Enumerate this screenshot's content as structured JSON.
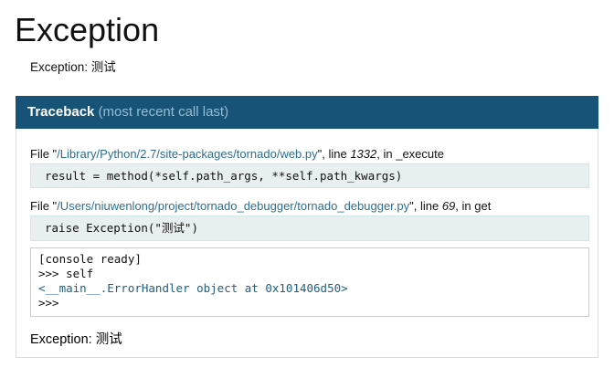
{
  "page": {
    "title": "Exception",
    "subtitle": "Exception: 测试"
  },
  "traceback": {
    "header": {
      "title": "Traceback",
      "subtitle": "(most recent call last)"
    },
    "labels": {
      "file_prefix": "File \"",
      "mid": "\", line ",
      "mid2": ", in "
    },
    "frames": [
      {
        "path": "/Library/Python/2.7/site-packages/tornado/web.py",
        "lineno": "1332",
        "function": "_execute",
        "code": "result = method(*self.path_args, **self.path_kwargs)"
      },
      {
        "path": "/Users/niuwenlong/project/tornado_debugger/tornado_debugger.py",
        "lineno": "69",
        "function": "get",
        "code": "raise Exception(\"测试\")"
      }
    ],
    "console": {
      "line1": "[console ready]",
      "line2": ">>> self",
      "line3": "<__main__.ErrorHandler object at 0x101406d50>",
      "line4": ">>>"
    },
    "exception_message": "Exception: 测试"
  },
  "colors": {
    "header_bg": "#165377",
    "header_subtitle": "#94bdd3",
    "filename": "#2d6e8d",
    "code_bg": "#E8EFF0",
    "code_border": "#D3E7E9",
    "console_border": "#cccccc",
    "console_output": "#1d6080",
    "box_border": "#dddddd"
  }
}
